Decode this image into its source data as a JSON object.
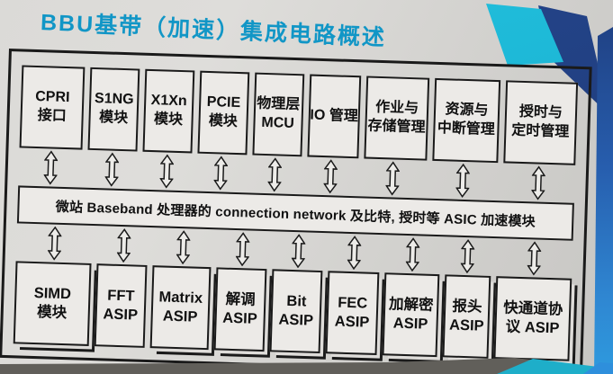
{
  "title": "BBU基带（加速）集成电路概述",
  "diagram": {
    "top_row": [
      {
        "line1": "CPRI",
        "line2": "接口"
      },
      {
        "line1": "S1NG",
        "line2": "模块"
      },
      {
        "line1": "X1Xn",
        "line2": "模块"
      },
      {
        "line1": "PCIE",
        "line2": "模块"
      },
      {
        "line1": "物理层",
        "line2": "MCU"
      },
      {
        "line1": "IO 管理",
        "line2": ""
      },
      {
        "line1": "作业与",
        "line2": "存储管理"
      },
      {
        "line1": "资源与",
        "line2": "中断管理"
      },
      {
        "line1": "授时与",
        "line2": "定时管理"
      }
    ],
    "bus_label": "微站 Baseband 处理器的 connection network 及比特, 授时等 ASIC 加速模块",
    "bottom_row": [
      {
        "line1": "SIMD",
        "line2": "模块"
      },
      {
        "line1": "FFT",
        "line2": "ASIP"
      },
      {
        "line1": "Matrix",
        "line2": "ASIP"
      },
      {
        "line1": "解调",
        "line2": "ASIP"
      },
      {
        "line1": "Bit",
        "line2": "ASIP"
      },
      {
        "line1": "FEC",
        "line2": "ASIP"
      },
      {
        "line1": "加解密",
        "line2": "ASIP"
      },
      {
        "line1": "报头",
        "line2": "ASIP"
      },
      {
        "line1": "快通道协",
        "line2": "议 ASIP"
      }
    ]
  },
  "icons": {
    "connector": "double-arrow-icon"
  },
  "colors": {
    "title_text": "#1196c6",
    "box_border": "#1a1a1a",
    "box_fill": "#eceae7",
    "slide_background": "#d5d4d1",
    "cyan_accent": "#1eb5d4",
    "navy_accent": "#21407f",
    "edge_blue": "#2e87d2",
    "bottom_bar_dark": "#615f5a"
  }
}
